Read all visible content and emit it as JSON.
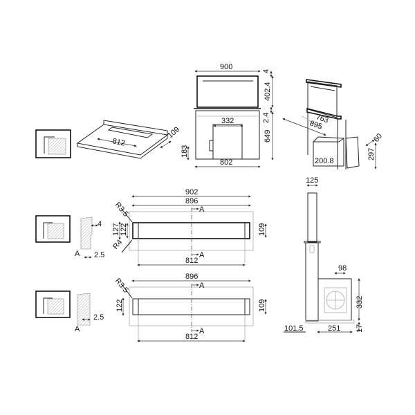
{
  "views": {
    "countertop": {
      "width": "812",
      "depth": "109"
    },
    "front": {
      "width_top": "900",
      "top_gap": "4",
      "hood_height": "402.4",
      "gap": "2.4",
      "depth_below": "649",
      "motor_width": "332",
      "motor_offset": "183",
      "bottom_width": "802"
    },
    "perspective": {
      "inner": "763",
      "outer": "895",
      "box": "200.8",
      "side_a": "60",
      "side_b": "297"
    },
    "cutout_flush": {
      "w1": "902",
      "w2": "896",
      "r1": "R3.5",
      "r2": "R4",
      "h1": "127",
      "h2": "122",
      "h3": "109",
      "bottom": "812",
      "section_mark": "A",
      "detail_4": "4",
      "detail_25": "2.5"
    },
    "cutout_top": {
      "w": "896",
      "r": "R3.5",
      "h1": "122",
      "h2": "109",
      "bottom": "812",
      "section_mark": "A",
      "detail_25": "2.5"
    },
    "side": {
      "duct": "125",
      "outlet": "98",
      "height": "332",
      "base": "17",
      "offset": "101.5",
      "depth": "251"
    }
  }
}
